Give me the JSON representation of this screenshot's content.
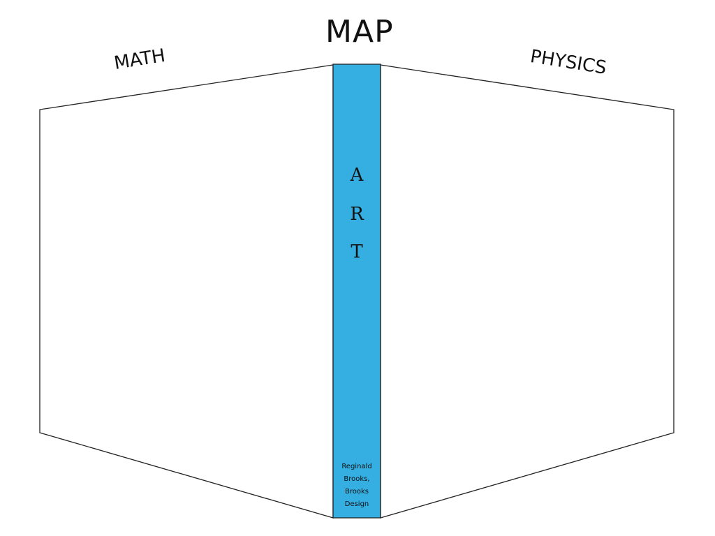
{
  "title": "MAP",
  "left_panel": {
    "label": "MATH"
  },
  "right_panel": {
    "label": "PHYSICS"
  },
  "spine": {
    "letters": [
      "A",
      "R",
      "T"
    ],
    "credit": [
      "Reginald",
      "Brooks,",
      "Brooks",
      "Design"
    ],
    "color": "#35aee2"
  }
}
